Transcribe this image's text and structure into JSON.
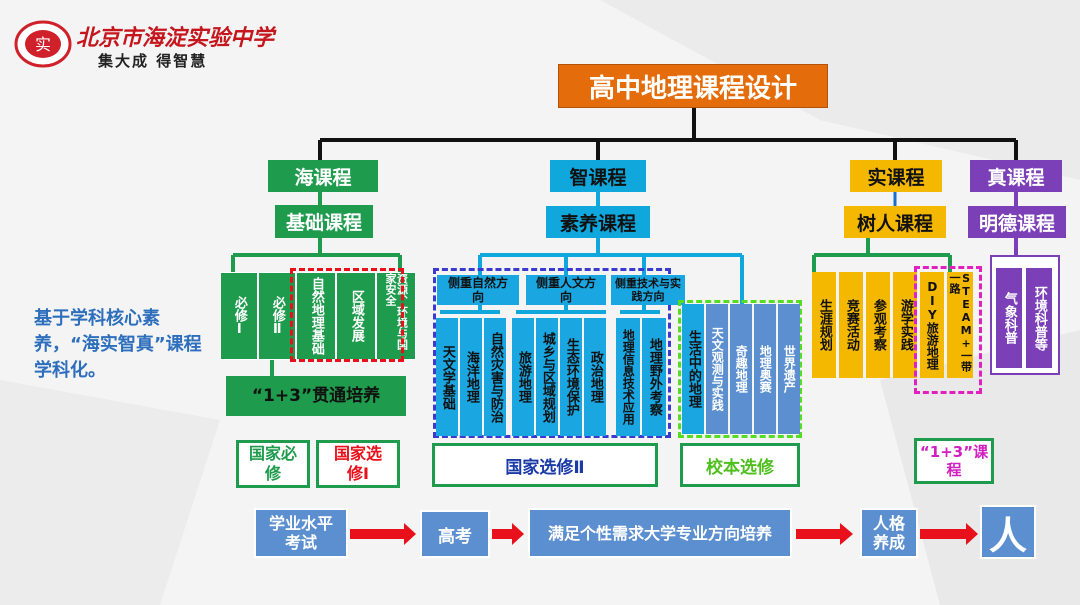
{
  "header": {
    "school_name": "北京市海淀实验中学",
    "motto": "集大成 得智慧",
    "logo_icon": "school-seal-icon"
  },
  "title": "高中地理课程设计",
  "side_text": "基于学科核心素养，“海实智真”课程学科化。",
  "branches": {
    "hai": {
      "label": "海课程",
      "sub": "基础课程",
      "items": [
        "必修Ⅰ",
        "必修Ⅱ",
        "自然地理基础",
        "区域发展",
        "资源、环境与国家安全"
      ],
      "banner": "“1+3”贯通培养",
      "tag1": "国家必修",
      "tag2": "国家选修Ⅰ"
    },
    "zhi": {
      "label": "智课程",
      "sub": "素养课程",
      "dir1": "侧重自然方向",
      "dir2": "侧重人文方向",
      "dir3": "侧重技术与实践方向",
      "nat": [
        "天文学基础",
        "海洋地理",
        "自然灾害与防治"
      ],
      "hum": [
        "旅游地理",
        "城乡与区域规划",
        "生态环境保护",
        "政治地理"
      ],
      "tech": [
        "地理信息技术应用",
        "地理野外考察"
      ],
      "school": [
        "生活中的地理",
        "天文观测与实践",
        "奇趣地理",
        "地理奥赛",
        "世界遗产"
      ],
      "tag_national": "国家选修Ⅱ",
      "tag_school": "校本选修"
    },
    "shi": {
      "label": "实课程",
      "sub": "树人课程",
      "items": [
        "生涯规划",
        "竞赛活动",
        "参观考察",
        "游学实践",
        "DIY旅游地理"
      ],
      "steam": "STEAM+一带一路",
      "tag": "“1+3”课程"
    },
    "zhen": {
      "label": "真课程",
      "sub": "明德课程",
      "items": [
        "气象科普",
        "环境科普等"
      ]
    }
  },
  "flow": [
    "学业水平考试",
    "高考",
    "满足个性需求大学专业方向培养",
    "人格养成",
    "人"
  ],
  "colors": {
    "title_bg": "#e46c0a",
    "green": "#1e9b4c",
    "cyan": "#0fa7dc",
    "gold": "#f5b800",
    "purple": "#7b3fb8",
    "steel": "#5b8fd0",
    "arrow": "#e8101a"
  }
}
